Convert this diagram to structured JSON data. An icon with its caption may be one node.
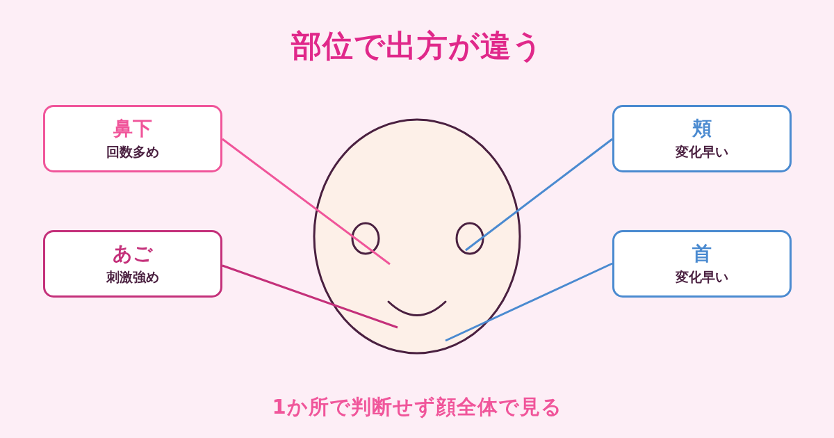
{
  "diagram": {
    "title": "部位で出方が違う",
    "caption": "1か所で判断せず顔全体で見る",
    "nodes": [
      {
        "text": [
          "鼻下",
          "回数多め"
        ]
      },
      {
        "text": [
          "頬",
          "変化早い"
        ]
      },
      {
        "text": [
          "あご",
          "刺激強め"
        ]
      },
      {
        "text": [
          "首",
          "変化早い"
        ]
      }
    ],
    "edges": [
      {
        "from": 0,
        "to": null,
        "arrow": "none",
        "color": "#f0559a"
      },
      {
        "from": 1,
        "to": null,
        "arrow": "none",
        "color": "#4a8ad0"
      },
      {
        "from": 2,
        "to": null,
        "arrow": "none",
        "color": "#c4307a"
      },
      {
        "from": 3,
        "to": null,
        "arrow": "none",
        "color": "#4a8ad0"
      }
    ]
  }
}
